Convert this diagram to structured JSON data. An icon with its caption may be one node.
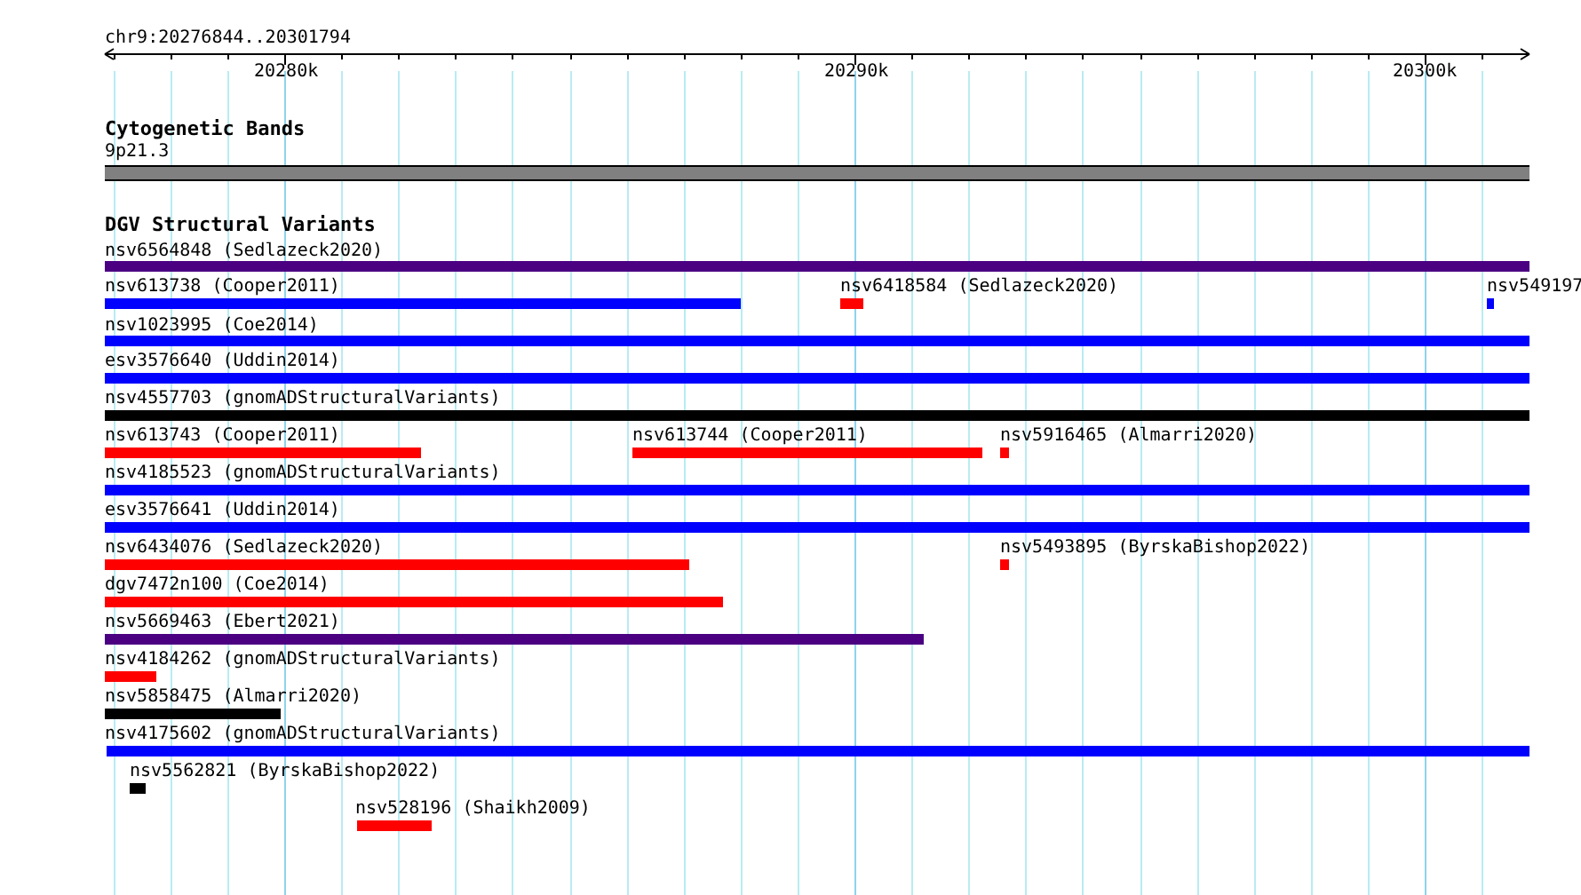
{
  "diagram": {
    "nodes": [
      {
        "text": [
          "9p21.3"
        ]
      },
      {
        "text": [
          "nsv6564848 (Sedlazeck2020)"
        ]
      },
      {
        "text": [
          "nsv613738 (Cooper2011)"
        ]
      },
      {
        "text": [
          "nsv6418584 (Sedlazeck2020)"
        ]
      },
      {
        "text": [
          "nsv549197"
        ]
      },
      {
        "text": [
          "nsv1023995 (Coe2014)"
        ]
      },
      {
        "text": [
          "esv3576640 (Uddin2014)"
        ]
      },
      {
        "text": [
          "nsv4557703 (gnomADStructuralVariants)"
        ]
      },
      {
        "text": [
          "nsv613743 (Cooper2011)"
        ]
      },
      {
        "text": [
          "nsv613744 (Cooper2011)"
        ]
      },
      {
        "text": [
          "nsv5916465 (Almarri2020)"
        ]
      },
      {
        "text": [
          "nsv4185523 (gnomADStructuralVariants)"
        ]
      },
      {
        "text": [
          "esv3576641 (Uddin2014)"
        ]
      },
      {
        "text": [
          "nsv6434076 (Sedlazeck2020)"
        ]
      },
      {
        "text": [
          "nsv5493895 (ByrskaBishop2022)"
        ]
      },
      {
        "text": [
          "dgv7472n100 (Coe2014)"
        ]
      },
      {
        "text": [
          "nsv5669463 (Ebert2021)"
        ]
      },
      {
        "text": [
          "nsv4184262 (gnomADStructuralVariants)"
        ]
      },
      {
        "text": [
          "nsv5858475 (Almarri2020)"
        ]
      },
      {
        "text": [
          "nsv4175602 (gnomADStructuralVariants)"
        ]
      },
      {
        "text": [
          "nsv5562821 (ByrskaBishop2022)"
        ]
      },
      {
        "text": [
          "nsv528196 (Shaikh2009)"
        ]
      }
    ],
    "labels": [
      "chr9:20276844..20301794",
      "20280k",
      "20290k",
      "20300k",
      "Cytogenetic Bands",
      "DGV Structural Variants"
    ]
  }
}
